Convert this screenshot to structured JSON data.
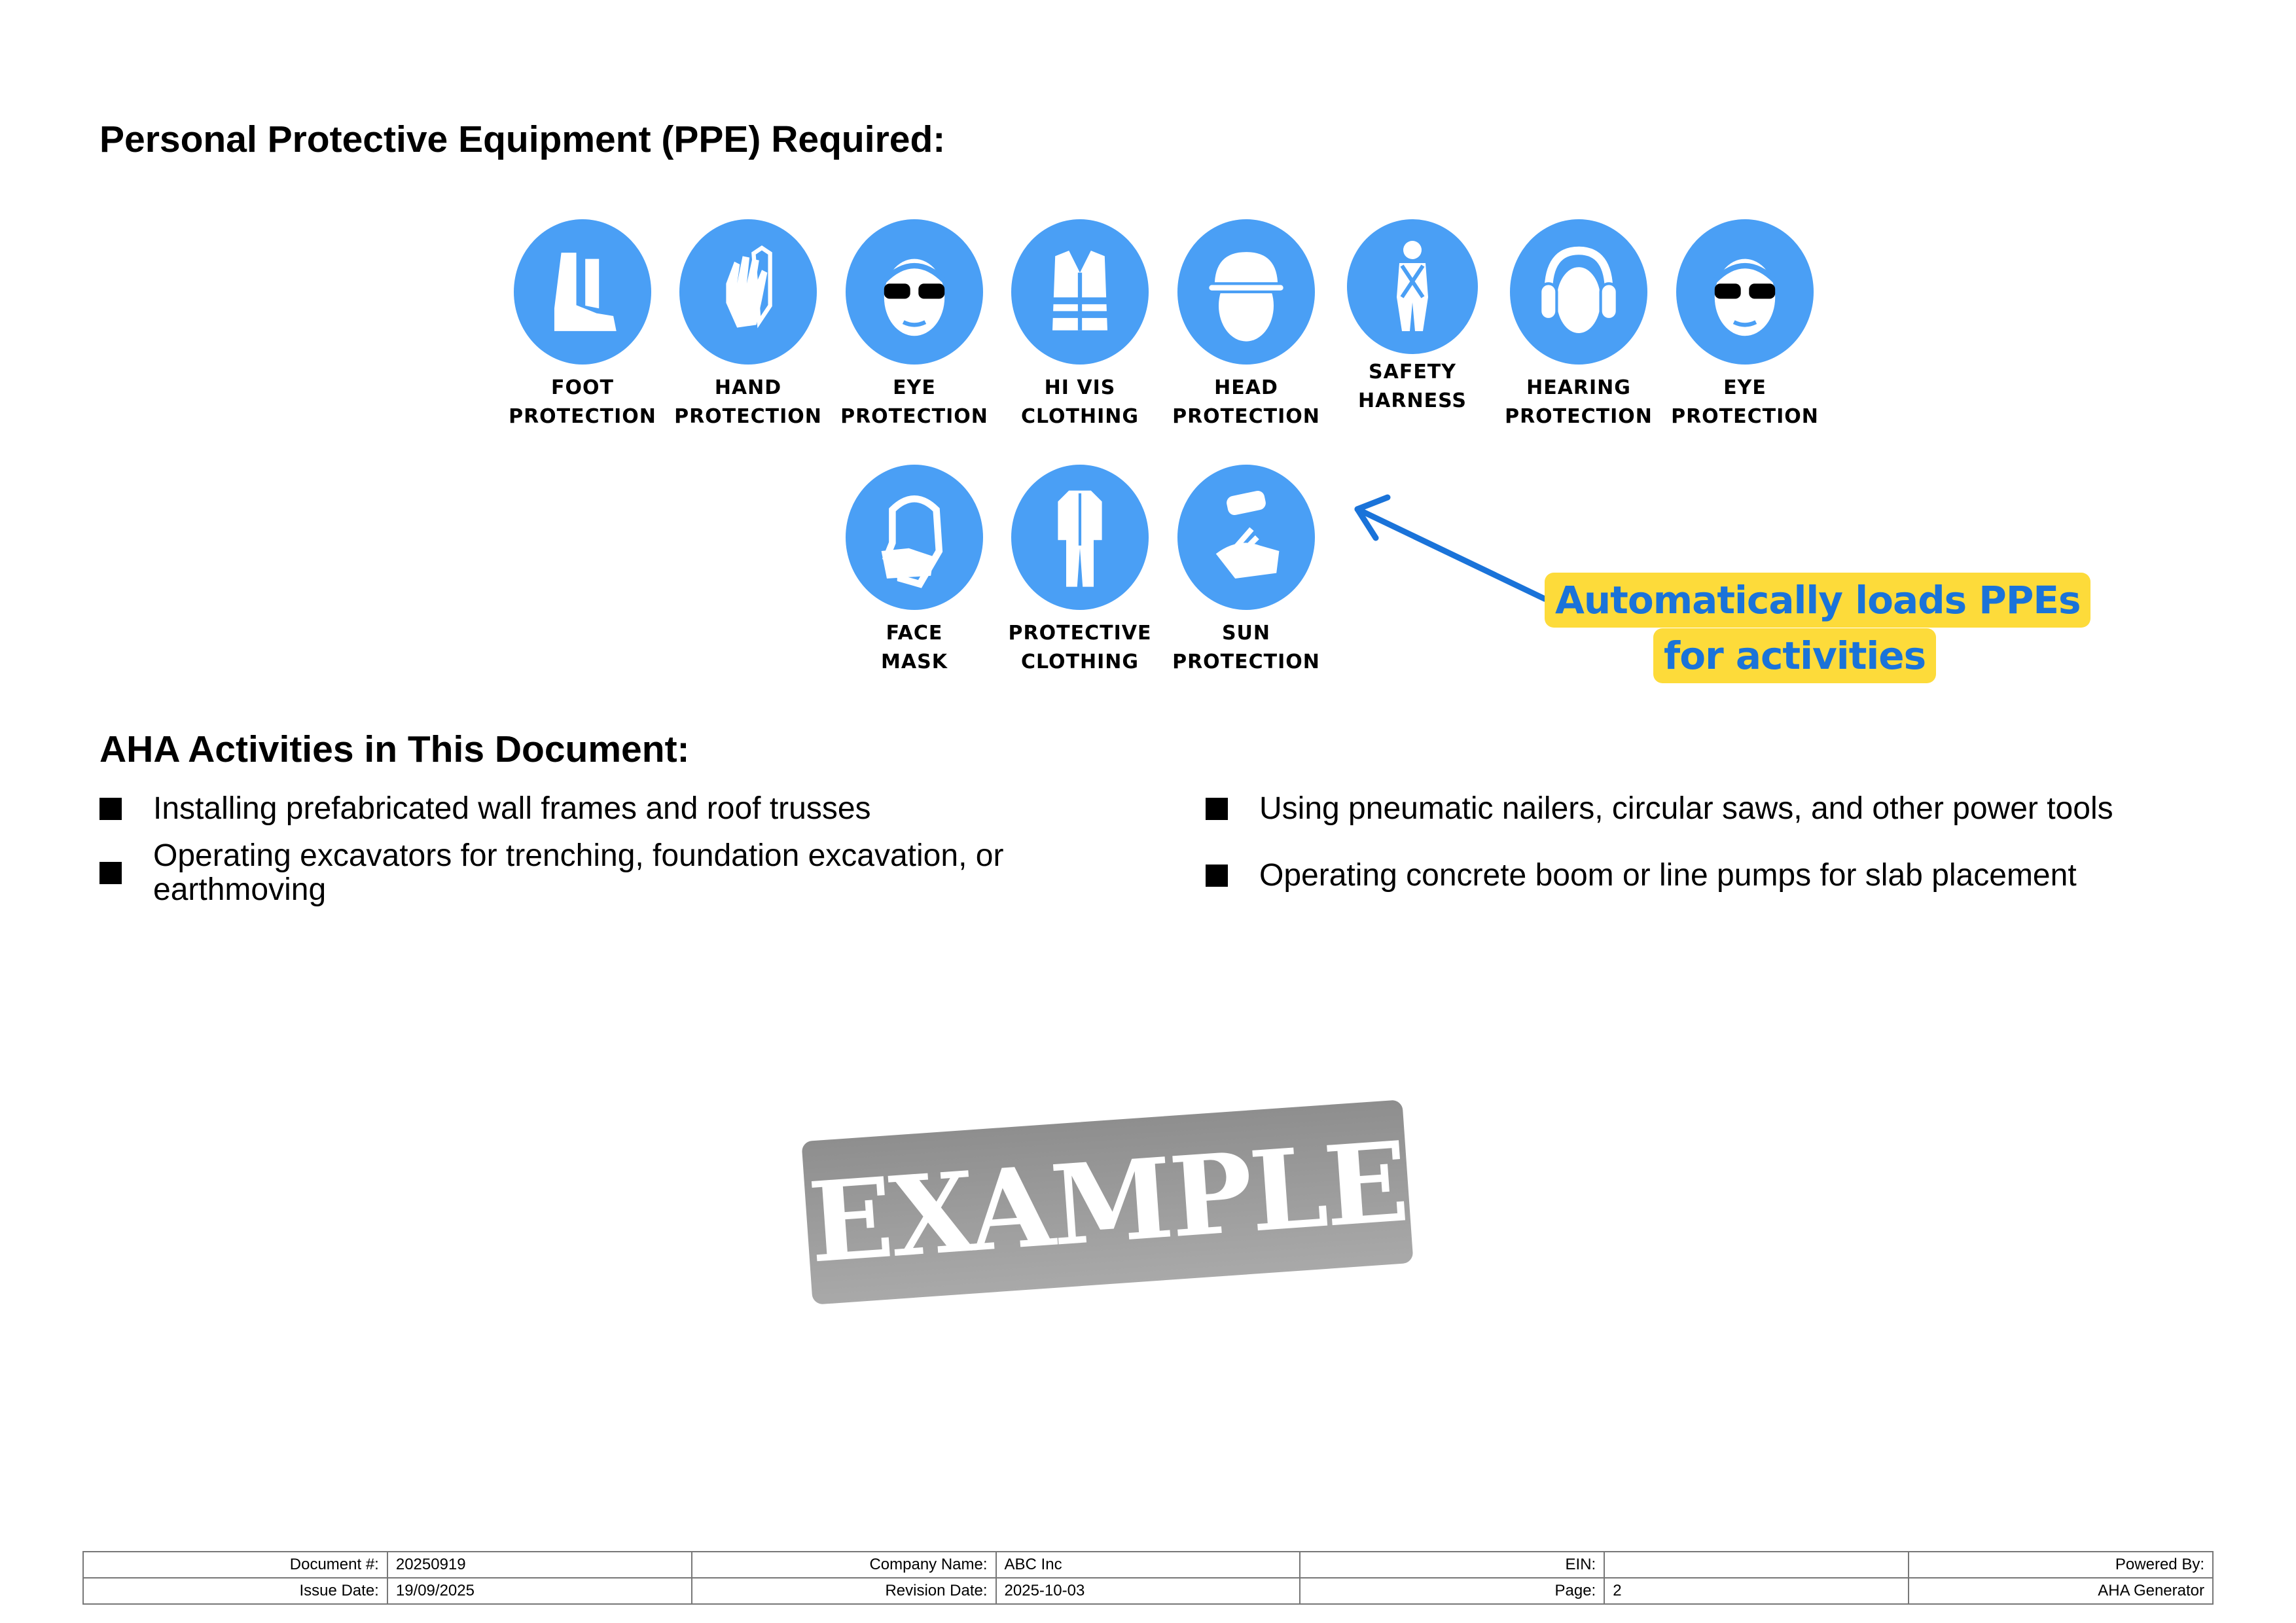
{
  "ppe_section": {
    "title": "Personal Protective Equipment (PPE) Required:",
    "items": [
      {
        "label": "FOOT\nPROTECTION",
        "icon": "boot-icon"
      },
      {
        "label": "HAND\nPROTECTION",
        "icon": "glove-icon"
      },
      {
        "label": "EYE\nPROTECTION",
        "icon": "goggles-icon"
      },
      {
        "label": "HI VIS\nCLOTHING",
        "icon": "vest-icon"
      },
      {
        "label": "HEAD\nPROTECTION",
        "icon": "hard-hat-icon"
      },
      {
        "label": "SAFETY\nHARNESS",
        "icon": "harness-icon"
      },
      {
        "label": "HEARING\nPROTECTION",
        "icon": "ear-muffs-icon"
      },
      {
        "label": "EYE\nPROTECTION",
        "icon": "goggles-icon"
      },
      {
        "label": "FACE\nMASK",
        "icon": "face-mask-icon"
      },
      {
        "label": "PROTECTIVE\nCLOTHING",
        "icon": "coverall-icon"
      },
      {
        "label": "SUN\nPROTECTION",
        "icon": "sunscreen-icon"
      }
    ],
    "icon_color": "#4a9ff5"
  },
  "callout": {
    "line1": "Automatically loads PPEs",
    "line2": "for activities",
    "background": "#fddb3a",
    "text_color": "#1a73d9"
  },
  "aha_section": {
    "title": "AHA Activities in This Document:",
    "left": [
      "Installing prefabricated wall frames and roof trusses",
      "Operating excavators for trenching, foundation excavation, or earthmoving"
    ],
    "right": [
      "Using pneumatic nailers, circular saws, and other power tools",
      "Operating concrete boom or line pumps for slab placement"
    ]
  },
  "watermark": {
    "text": "EXAMPLE"
  },
  "footer": {
    "row1": {
      "doc_label": "Document #:",
      "doc_value": "20250919",
      "company_label": "Company Name:",
      "company_value": "ABC Inc",
      "ein_label": "EIN:",
      "ein_value": "",
      "powered_label": "Powered By:"
    },
    "row2": {
      "issue_label": "Issue Date:",
      "issue_value": "19/09/2025",
      "revision_label": "Revision Date:",
      "revision_value": "2025-10-03",
      "page_label": "Page:",
      "page_value": "2",
      "generator": "AHA Generator"
    }
  }
}
